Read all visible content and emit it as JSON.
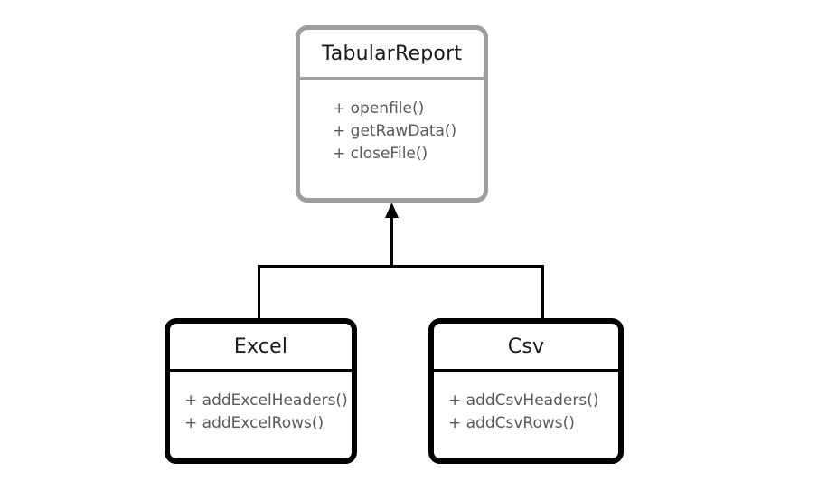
{
  "diagram": {
    "type": "uml-class-diagram",
    "relationship": "generalization",
    "background_color": "#ffffff",
    "parent_border_color": "#9e9e9e",
    "child_border_color": "#000000",
    "title_text_color": "#1a1a1a",
    "member_text_color": "#595959",
    "connector_color": "#000000"
  },
  "classes": {
    "parent": {
      "name": "TabularReport",
      "members": [
        "+ openfile()",
        "+ getRawData()",
        "+ closeFile()"
      ]
    },
    "child_left": {
      "name": "Excel",
      "members": [
        "+ addExcelHeaders()",
        "+ addExcelRows()"
      ]
    },
    "child_right": {
      "name": "Csv",
      "members": [
        "+ addCsvHeaders()",
        "+ addCsvRows()"
      ]
    }
  }
}
